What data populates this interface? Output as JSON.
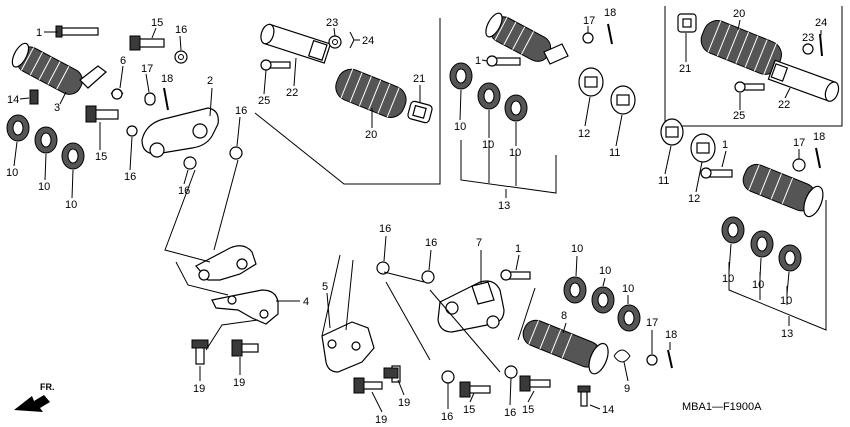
{
  "diagram": {
    "code": "MBA1—F1900A",
    "front_label": "FR.",
    "callouts": [
      {
        "id": "c1a",
        "text": "1"
      },
      {
        "id": "c15a",
        "text": "15"
      },
      {
        "id": "c16a",
        "text": "16"
      },
      {
        "id": "c6",
        "text": "6"
      },
      {
        "id": "c17a",
        "text": "17"
      },
      {
        "id": "c18a",
        "text": "18"
      },
      {
        "id": "c14a",
        "text": "14"
      },
      {
        "id": "c3",
        "text": "3"
      },
      {
        "id": "c2",
        "text": "2"
      },
      {
        "id": "c15b",
        "text": "15"
      },
      {
        "id": "c16b",
        "text": "16"
      },
      {
        "id": "c16c",
        "text": "16"
      },
      {
        "id": "c16d",
        "text": "16"
      },
      {
        "id": "c10a",
        "text": "10"
      },
      {
        "id": "c10b",
        "text": "10"
      },
      {
        "id": "c10c",
        "text": "10"
      },
      {
        "id": "c23a",
        "text": "23"
      },
      {
        "id": "c24a",
        "text": "24"
      },
      {
        "id": "c22a",
        "text": "22"
      },
      {
        "id": "c25a",
        "text": "25"
      },
      {
        "id": "c21a",
        "text": "21"
      },
      {
        "id": "c20a",
        "text": "20"
      },
      {
        "id": "c17b",
        "text": "17"
      },
      {
        "id": "c18b",
        "text": "18"
      },
      {
        "id": "c1b",
        "text": "1"
      },
      {
        "id": "c10d",
        "text": "10"
      },
      {
        "id": "c10e",
        "text": "10"
      },
      {
        "id": "c10f",
        "text": "10"
      },
      {
        "id": "c12a",
        "text": "12"
      },
      {
        "id": "c11a",
        "text": "11"
      },
      {
        "id": "c13a",
        "text": "13"
      },
      {
        "id": "c20b",
        "text": "20"
      },
      {
        "id": "c24b",
        "text": "24"
      },
      {
        "id": "c23b",
        "text": "23"
      },
      {
        "id": "c21b",
        "text": "21"
      },
      {
        "id": "c22b",
        "text": "22"
      },
      {
        "id": "c25b",
        "text": "25"
      },
      {
        "id": "c11b",
        "text": "11"
      },
      {
        "id": "c12b",
        "text": "12"
      },
      {
        "id": "c1c",
        "text": "1"
      },
      {
        "id": "c17c",
        "text": "17"
      },
      {
        "id": "c18c",
        "text": "18"
      },
      {
        "id": "c10g",
        "text": "10"
      },
      {
        "id": "c10h",
        "text": "10"
      },
      {
        "id": "c10i",
        "text": "10"
      },
      {
        "id": "c13b",
        "text": "13"
      },
      {
        "id": "c4",
        "text": "4"
      },
      {
        "id": "c19a",
        "text": "19"
      },
      {
        "id": "c19b",
        "text": "19"
      },
      {
        "id": "c16e",
        "text": "16"
      },
      {
        "id": "c16f",
        "text": "16"
      },
      {
        "id": "c7",
        "text": "7"
      },
      {
        "id": "c1d",
        "text": "1"
      },
      {
        "id": "c10j",
        "text": "10"
      },
      {
        "id": "c10k",
        "text": "10"
      },
      {
        "id": "c10l",
        "text": "10"
      },
      {
        "id": "c5",
        "text": "5"
      },
      {
        "id": "c8",
        "text": "8"
      },
      {
        "id": "c17d",
        "text": "17"
      },
      {
        "id": "c18d",
        "text": "18"
      },
      {
        "id": "c9",
        "text": "9"
      },
      {
        "id": "c19c",
        "text": "19"
      },
      {
        "id": "c19d",
        "text": "19"
      },
      {
        "id": "c16g",
        "text": "16"
      },
      {
        "id": "c15c",
        "text": "15"
      },
      {
        "id": "c16h",
        "text": "16"
      },
      {
        "id": "c15d",
        "text": "15"
      },
      {
        "id": "c14b",
        "text": "14"
      }
    ]
  }
}
